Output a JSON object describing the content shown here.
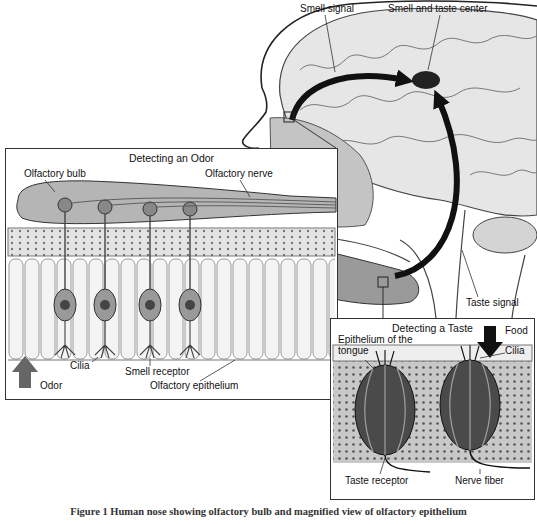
{
  "diagram": {
    "caption": "Figure 1 Human nose showing olfactory bulb and magnified view of olfactory epithelium",
    "nodes": [
      {
        "text": [
          "Detecting an Odor"
        ]
      },
      {
        "text": [
          "Detecting a Taste"
        ]
      }
    ],
    "labels": [
      "Smell signal",
      "Smell and taste center",
      "Taste signal",
      "Olfactory bulb",
      "Olfactory nerve",
      "Cilia",
      "Smell receptor",
      "Odor",
      "Olfactory epithelium",
      "Epithelium of the tongue",
      "Food",
      "Cilia",
      "Taste receptor",
      "Nerve fiber"
    ]
  }
}
